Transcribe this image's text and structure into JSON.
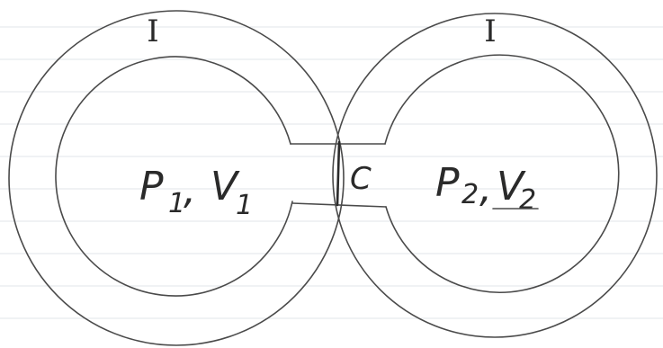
{
  "labels": {
    "left_shell": "I",
    "right_shell": "I",
    "left_state": {
      "p": "P",
      "p_sub": "1",
      "sep": ",",
      "v": "V",
      "v_sub": "1"
    },
    "right_state": {
      "p": "P",
      "p_sub": "2",
      "sep": ",",
      "v": "V",
      "v_sub": "2"
    },
    "connector": "C"
  }
}
